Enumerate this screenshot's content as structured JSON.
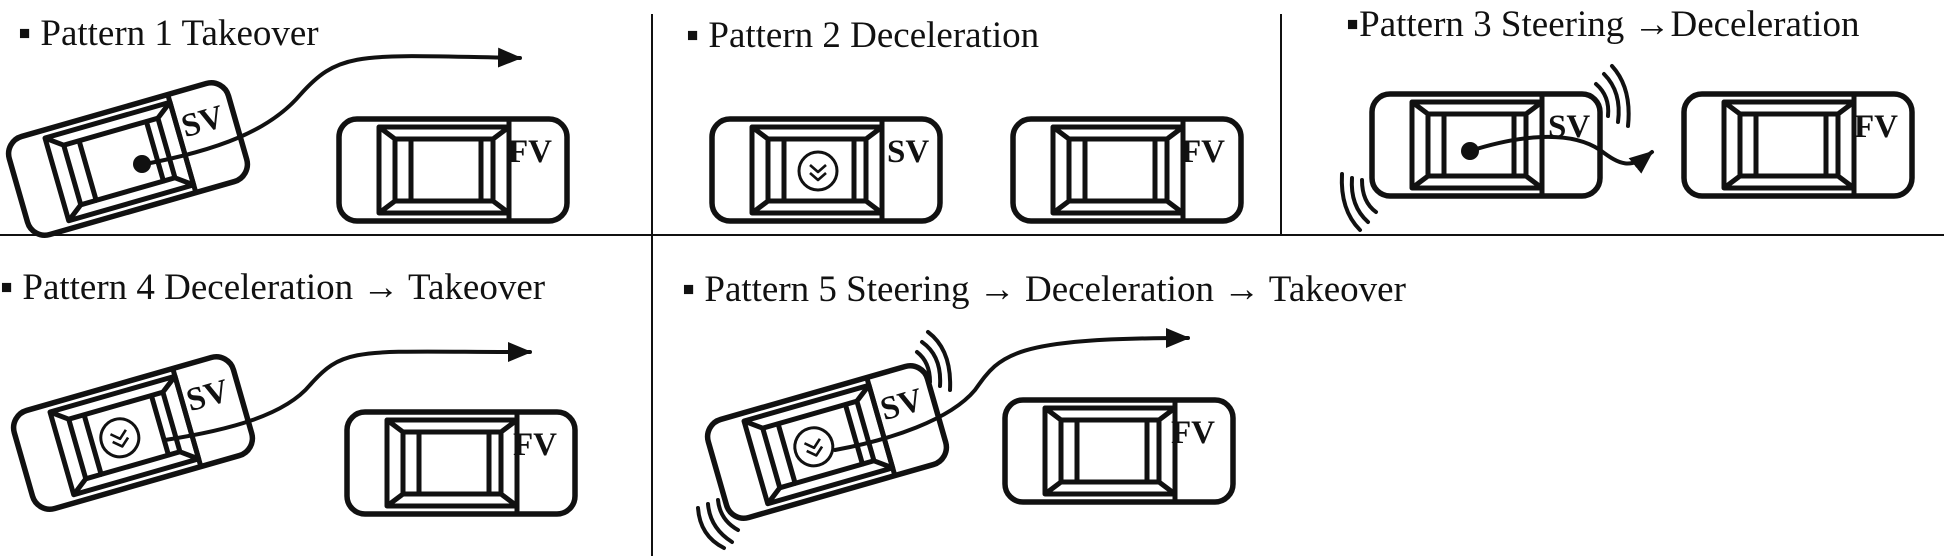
{
  "patterns": [
    {
      "title": "▪ Pattern 1 Takeover"
    },
    {
      "title": "▪ Pattern 2 Deceleration"
    },
    {
      "title": "▪Pattern 3 Steering →Deceleration"
    },
    {
      "title": "▪ Pattern 4 Deceleration →  Takeover"
    },
    {
      "title": "▪ Pattern 5 Steering →  Deceleration →  Takeover"
    }
  ],
  "labels": {
    "subject_vehicle": "SV",
    "front_vehicle": "FV"
  },
  "icons": {
    "deceleration": "double-chevron-down-icon",
    "steering": "vibration-wave-icon"
  },
  "colors": {
    "ink": "#111111",
    "background": "#ffffff"
  }
}
